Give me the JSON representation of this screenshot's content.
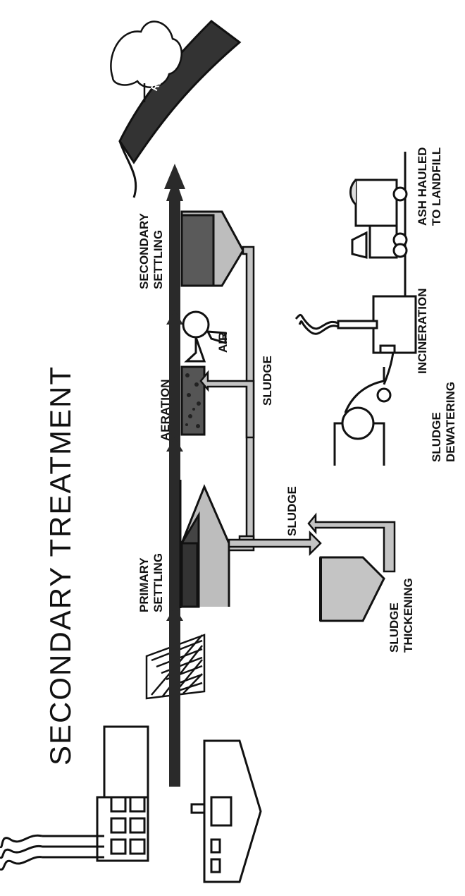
{
  "title": "SECONDARY TREATMENT",
  "labels": {
    "primary_settling": [
      "PRIMARY",
      "SETTLING"
    ],
    "aeration": "AERATION",
    "air": "AIR",
    "secondary_settling": [
      "SECONDARY",
      "SETTLING"
    ],
    "sludge_return": "SLUDGE",
    "sludge_primary": "SLUDGE",
    "sludge_thickening": [
      "SLUDGE",
      "THICKENING"
    ],
    "sludge_dewatering": [
      "SLUDGE",
      "DEWATERING"
    ],
    "incineration": "INCINERATION",
    "ash_hauled": [
      "ASH HAULED",
      "TO LANDFILL"
    ],
    "river": "RIVER"
  },
  "colors": {
    "ink": "#111111",
    "pipe_fill": "#c4c4c4",
    "tank_dark": "#555555",
    "tank_light": "#bdbdbd",
    "paper": "#ffffff"
  }
}
